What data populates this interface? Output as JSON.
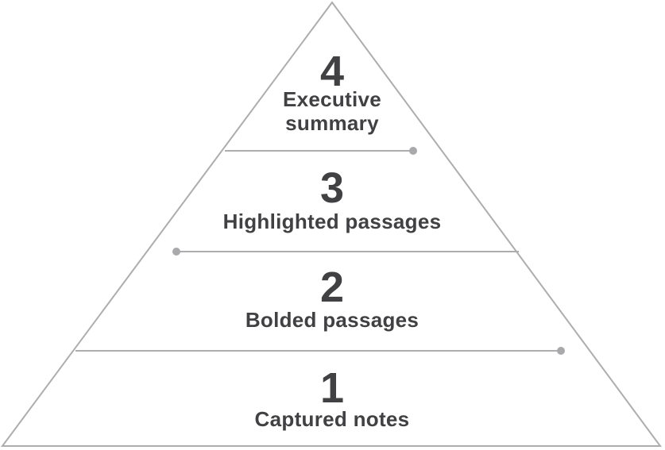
{
  "colors": {
    "line": "#adadaf",
    "dot": "#a9a9ac",
    "text": "#414042",
    "background": "#ffffff"
  },
  "pyramid": {
    "levels": [
      {
        "number": "4",
        "label": "Executive summary",
        "label_lines": [
          "Executive",
          "summary"
        ]
      },
      {
        "number": "3",
        "label": "Highlighted passages",
        "label_lines": [
          "Highlighted passages"
        ]
      },
      {
        "number": "2",
        "label": "Bolded passages",
        "label_lines": [
          "Bolded passages"
        ]
      },
      {
        "number": "1",
        "label": "Captured notes",
        "label_lines": [
          "Captured notes"
        ]
      }
    ]
  }
}
